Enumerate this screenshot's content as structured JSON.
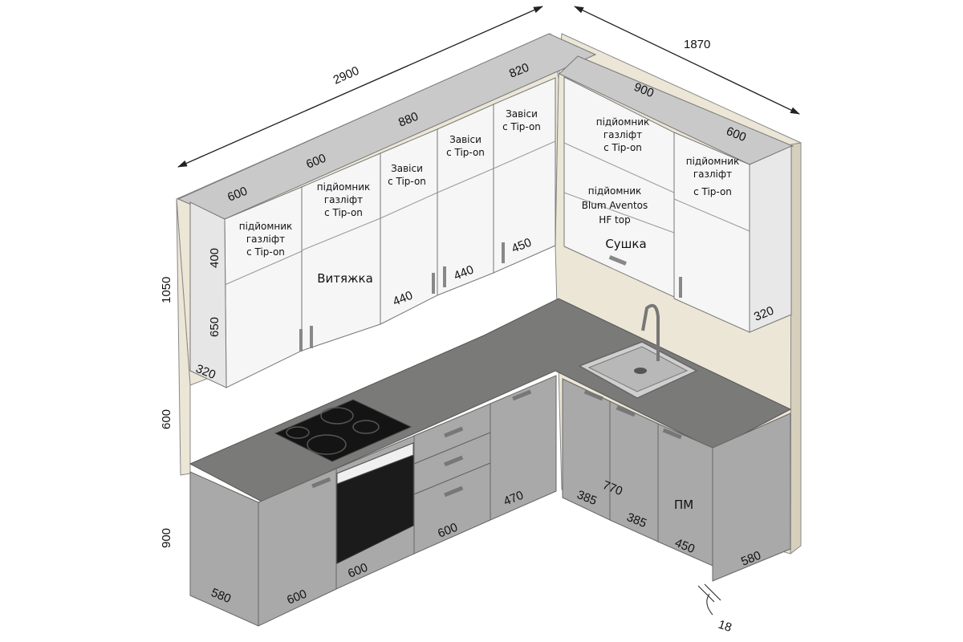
{
  "overall": {
    "width_left": "2900",
    "width_right": "1870",
    "height_top": "1050",
    "height_middle": "600",
    "height_bottom": "900"
  },
  "top_widths": {
    "w1": "600",
    "w2": "600",
    "w3": "880",
    "w4": "820",
    "w5": "900",
    "w6": "600"
  },
  "wall_cabinets": {
    "c1_line1": "підйомник",
    "c1_line2": "газліфт",
    "c1_line3": "с Tip-on",
    "c1_h_top": "400",
    "c1_h_bottom": "650",
    "c1_depth": "320",
    "hood": "Витяжка",
    "c2_line1": "підйомник",
    "c2_line2": "газліфт",
    "c2_line3": "с Tip-on",
    "c3_line1": "Завіси",
    "c3_line2": "с Tip-on",
    "c3_w": "440",
    "c4_line1": "Завіси",
    "c4_line2": "с Tip-on",
    "c4_w": "440",
    "c5_line1": "Завіси",
    "c5_line2": "с Tip-on",
    "c5_w": "450",
    "c6_line1": "підйомник",
    "c6_line2": "газліфт",
    "c6_line3": "с Tip-on",
    "c7_line1": "підйомник",
    "c7_line2": "Blum Aventos",
    "c7_line3": "HF top",
    "dryer": "Сушка",
    "c8_line1": "підйомник",
    "c8_line2": "газліфт",
    "c8_line3": "с Tip-on",
    "c8_depth": "320"
  },
  "base_cabinets": {
    "b1_depth": "580",
    "b2_w": "600",
    "oven_w": "600",
    "drawers_w": "600",
    "b5_w": "470",
    "corner_w": "770",
    "sink_door1": "385",
    "sink_door2": "385",
    "dishwasher": "ПМ",
    "dishwasher_w": "450",
    "end_depth": "580",
    "gap": "18"
  },
  "colors": {
    "wall": "#ece6d6",
    "wall_cabinet": "#f6f6f6",
    "top_panel": "#c9c9c9",
    "base_cabinet": "#a9a9a9",
    "countertop": "#7a7a78",
    "hob": "#141414"
  }
}
